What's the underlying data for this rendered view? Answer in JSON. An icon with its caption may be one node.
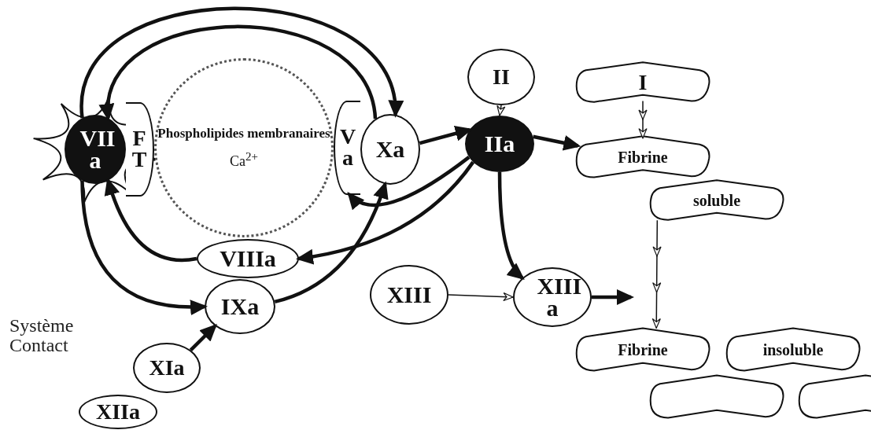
{
  "diagram": {
    "nodes": [
      {
        "text": [
          "VII a"
        ]
      },
      {
        "text": [
          "F T"
        ]
      },
      {
        "text": [
          "Phospholipides membranaires",
          "Ca$^{2+}$"
        ]
      },
      {
        "text": [
          "V a"
        ]
      },
      {
        "text": [
          "Xa"
        ]
      },
      {
        "text": [
          "VIIIa"
        ]
      },
      {
        "text": [
          "IXa"
        ]
      },
      {
        "text": [
          "XIa"
        ]
      },
      {
        "text": [
          "XIIa"
        ]
      },
      {
        "text": [
          "II"
        ]
      },
      {
        "text": [
          "IIa"
        ]
      },
      {
        "text": [
          "I"
        ]
      },
      {
        "text": [
          "Fibrine"
        ]
      },
      {
        "text": [
          "soluble"
        ]
      },
      {
        "text": [
          "XIII"
        ]
      },
      {
        "text": [
          "XIII a"
        ]
      },
      {
        "text": [
          "Fibrine"
        ]
      },
      {
        "text": [
          "insoluble"
        ]
      },
      {
        "text": [],
        "shape": "box"
      },
      {
        "text": [],
        "shape": "box"
      }
    ],
    "edges": [
      {
        "from": 0,
        "to": 4,
        "arrow": "to"
      },
      {
        "from": 4,
        "to": 0,
        "arrow": "to"
      },
      {
        "from": 0,
        "to": 6,
        "arrow": "to"
      },
      {
        "from": 5,
        "to": 0,
        "arrow": "to"
      },
      {
        "from": 6,
        "to": 4,
        "arrow": "to"
      },
      {
        "from": 10,
        "to": 5,
        "arrow": "to"
      },
      {
        "from": 10,
        "to": 3,
        "arrow": "to"
      },
      {
        "from": 7,
        "to": 6,
        "arrow": "to"
      },
      {
        "from": 4,
        "to": 10,
        "arrow": "to"
      },
      {
        "from": 9,
        "to": 10,
        "arrow": "to"
      },
      {
        "from": 10,
        "to": 12,
        "arrow": "to"
      },
      {
        "from": 11,
        "to": 12,
        "arrow": "to"
      },
      {
        "from": 10,
        "to": 15,
        "arrow": "to"
      },
      {
        "from": 14,
        "to": 15,
        "arrow": "to"
      },
      {
        "from": 15,
        "to": null,
        "arrow": "to"
      },
      {
        "from": 13,
        "to": 16,
        "arrow": "to"
      }
    ],
    "labels": [
      "Système Contact"
    ]
  }
}
